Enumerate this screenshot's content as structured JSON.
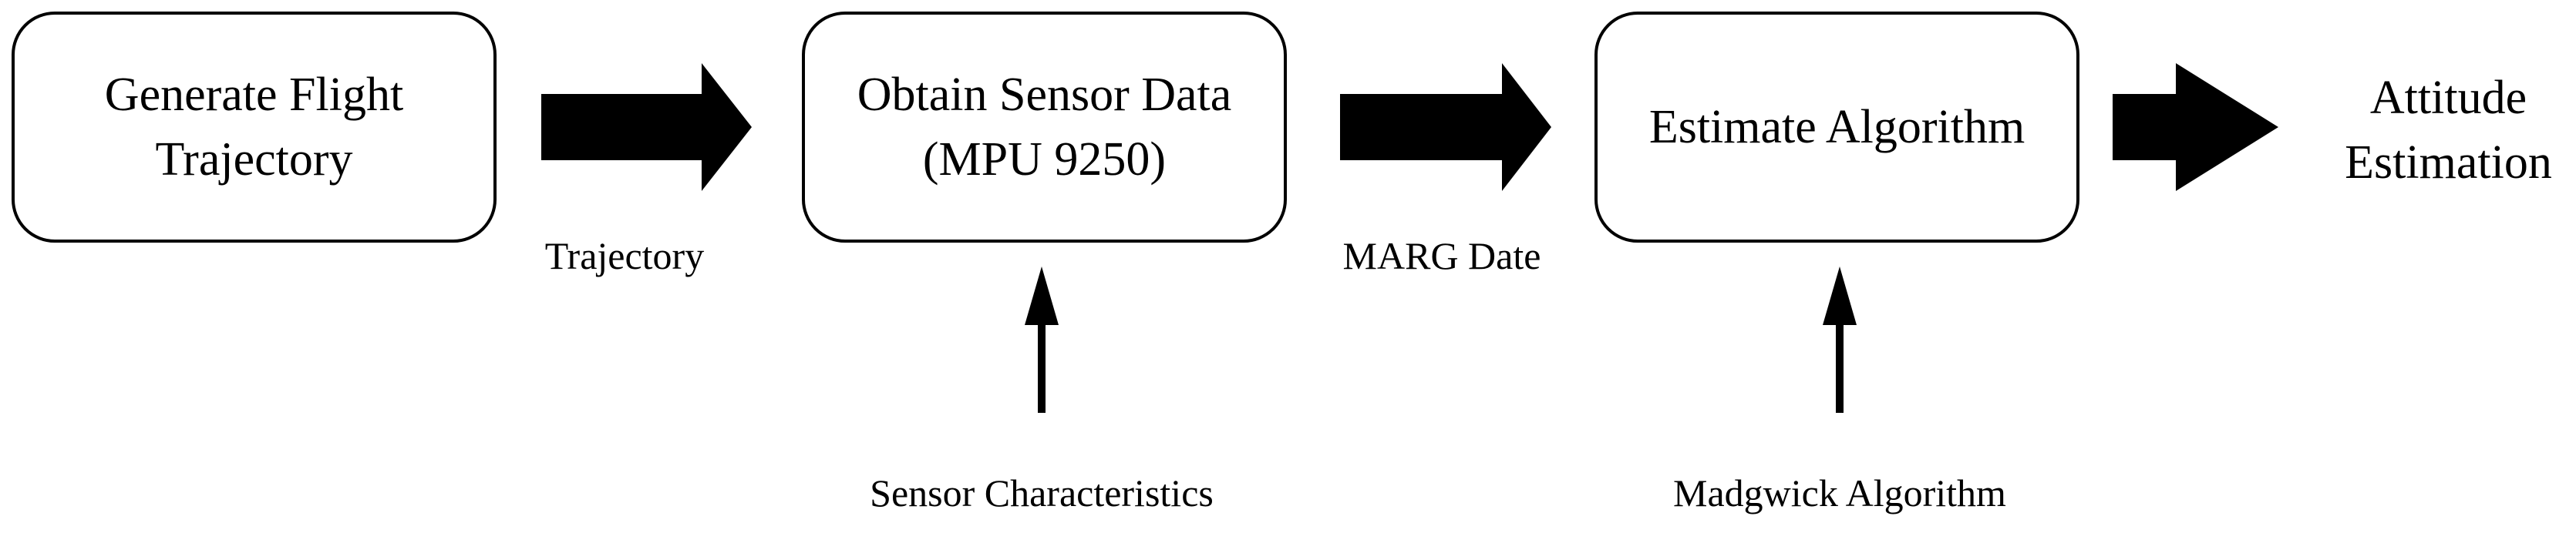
{
  "nodes": {
    "generate": "Generate Flight\nTrajectory",
    "obtain": "Obtain Sensor Data\n(MPU 9250)",
    "estimate": "Estimate Algorithm",
    "output": "Attitude\nEstimation"
  },
  "edge_labels": {
    "trajectory": "Trajectory",
    "marg": "MARG Date"
  },
  "inputs": {
    "sensor": "Sensor Characteristics",
    "madgwick": "Madgwick Algorithm"
  }
}
